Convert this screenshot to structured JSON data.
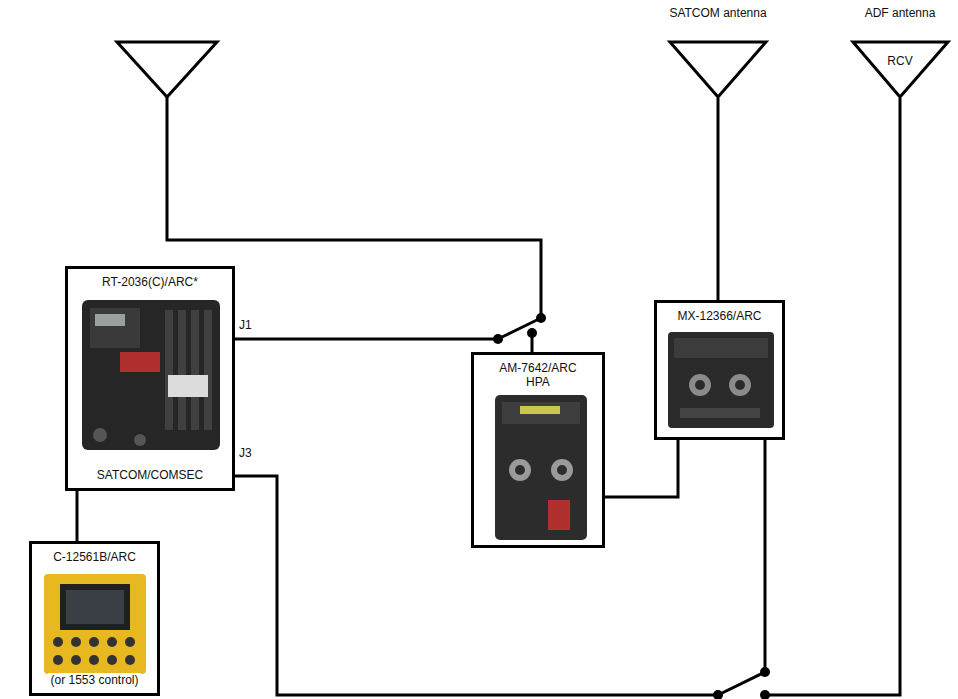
{
  "diagram": {
    "nodes": [
      {
        "text": [
          "SATCOM antenna"
        ]
      },
      {
        "text": [
          "ADF antenna",
          "RCV"
        ]
      },
      {
        "text": [
          "RT-2036(C)/ARC*",
          "SATCOM/COMSEC"
        ]
      },
      {
        "text": [
          "MX-12366/ARC"
        ]
      },
      {
        "text": [
          "AM-7642/ARC HPA"
        ]
      },
      {
        "text": [
          "C-12561B/ARC",
          "(or 1553 control)"
        ]
      }
    ],
    "edges": [
      {
        "from": 0,
        "to": 3,
        "arrow": "none"
      },
      {
        "from": 3,
        "to": 4,
        "arrow": "none"
      },
      {
        "from": 2,
        "to": 5,
        "arrow": "none"
      }
    ],
    "labels": [
      "J1",
      "J3"
    ]
  }
}
